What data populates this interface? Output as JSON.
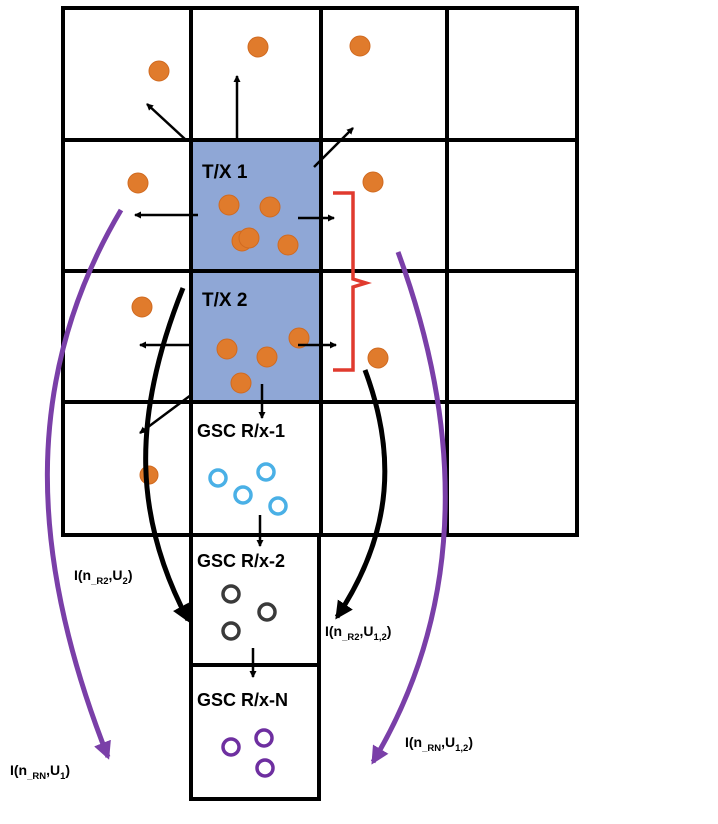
{
  "colors": {
    "grid_stroke": "#000000",
    "tx_fill": "#8FA7D6",
    "tx_dot": "#E07B2C",
    "dot_stroke": "#D06A20",
    "rx1_ring": "#4AB0E6",
    "rx2_ring": "#3A3A3A",
    "rxn_ring": "#6E2FA0",
    "purple_arrow": "#7A3FA8",
    "bracket": "#E03A2E"
  },
  "cells": {
    "tx1": "T/X 1",
    "tx2": "T/X 2",
    "rx1": "GSC R/x-1",
    "rx2": "GSC R/x-2",
    "rxn": "GSC R/x-N"
  },
  "annotations": {
    "i_rn_u1": {
      "prefix": "I(n",
      "sub1": "_RN",
      "mid": ",U",
      "sub2": "1",
      "suffix": ")"
    },
    "i_r2_u2": {
      "prefix": "I(n",
      "sub1": "_R2",
      "mid": ",U",
      "sub2": "2",
      "suffix": ")"
    },
    "i_r2_u12": {
      "prefix": "I(n",
      "sub1": "_R2",
      "mid": ",U",
      "sub2": "1,2",
      "suffix": ")"
    },
    "i_rn_u12": {
      "prefix": "I(n",
      "sub1": "_RN",
      "mid": ",U",
      "sub2": "1,2",
      "suffix": ")"
    }
  },
  "icons": [
    "arrow-icon",
    "bracket-icon"
  ]
}
